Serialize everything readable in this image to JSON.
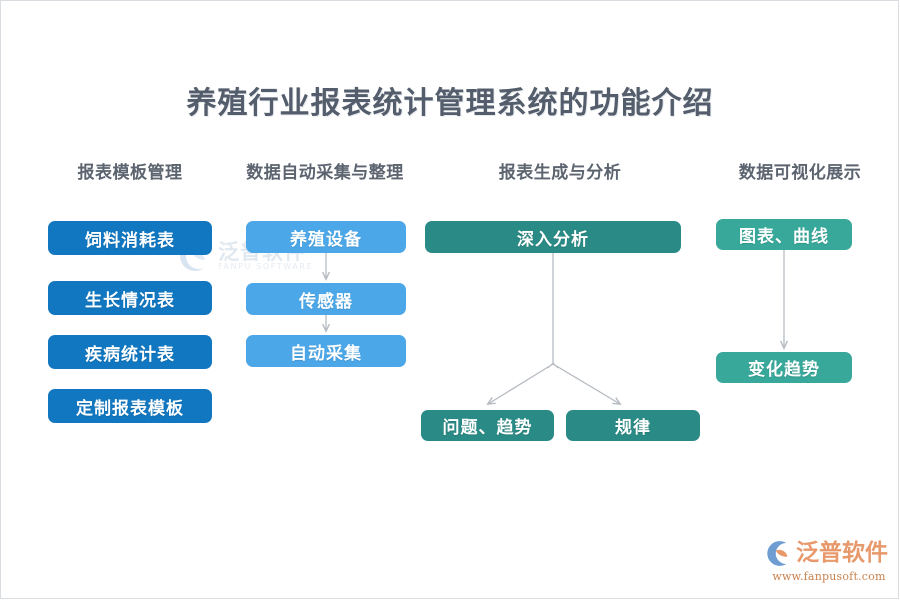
{
  "page": {
    "title": "养殖行业报表统计管理系统的功能介绍",
    "background": "#ffffff"
  },
  "colors": {
    "title_text": "#545d6b",
    "header_text": "#5c6470",
    "column1": "#1177c0",
    "column2": "#4ba7e8",
    "column3": "#2a8a85",
    "column4": "#38a89a",
    "connector": "#b6bcc2",
    "brand_orange": "#e8996b",
    "brand_blue": "#6f9dd2"
  },
  "columns": [
    {
      "header": "报表模板管理",
      "nodes": [
        {
          "label": "饲料消耗表"
        },
        {
          "label": "生长情况表"
        },
        {
          "label": "疾病统计表"
        },
        {
          "label": "定制报表模板"
        }
      ]
    },
    {
      "header": "数据自动采集与整理",
      "nodes": [
        {
          "label": "养殖设备"
        },
        {
          "label": "传感器"
        },
        {
          "label": "自动采集"
        }
      ]
    },
    {
      "header": "报表生成与分析",
      "nodes": [
        {
          "label": "深入分析"
        },
        {
          "label": "问题、趋势"
        },
        {
          "label": "规律"
        }
      ]
    },
    {
      "header": "数据可视化展示",
      "nodes": [
        {
          "label": "图表、曲线"
        },
        {
          "label": "变化趋势"
        }
      ]
    }
  ],
  "watermark": {
    "cn": "泛普软件",
    "en": "FANPU SOFTWARE"
  },
  "brand": {
    "name": "泛普软件",
    "url": "www.fanpusoft.com"
  }
}
